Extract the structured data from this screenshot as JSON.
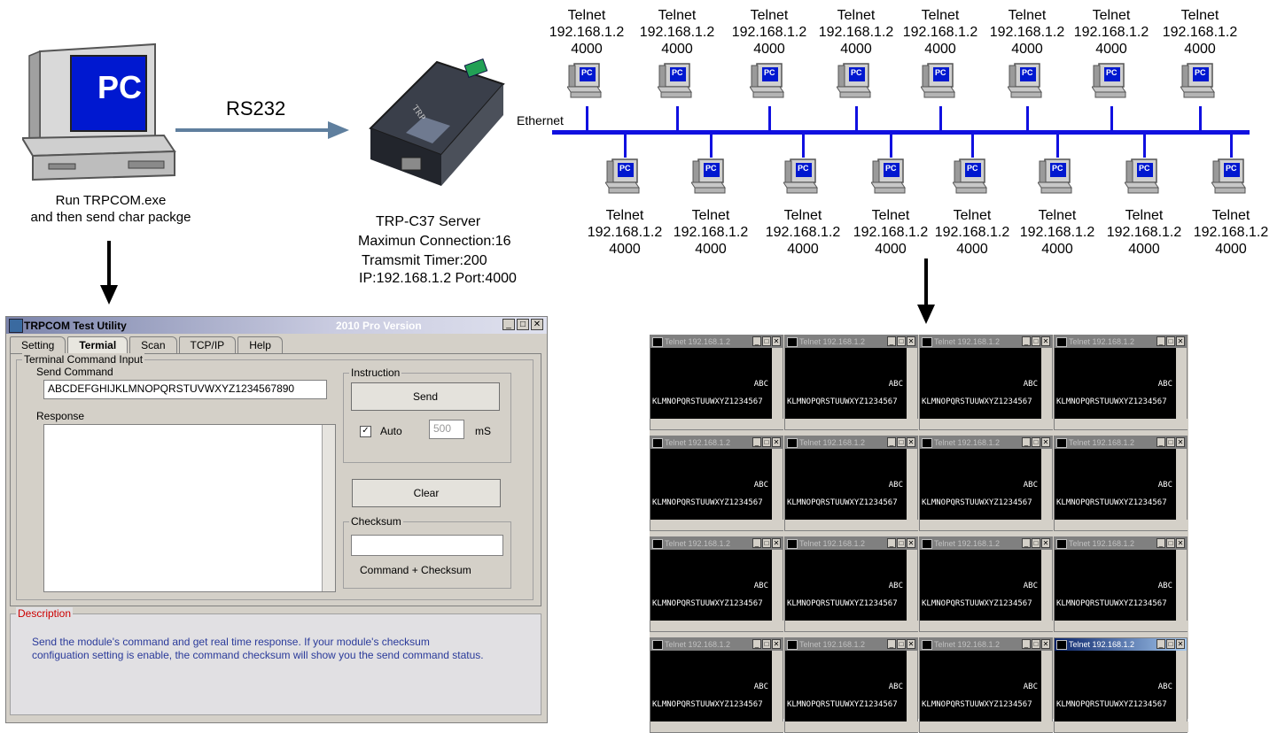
{
  "colors": {
    "ethernet": "#1010e0",
    "arrow": "#5f7f9e",
    "pc_screen": "#0018d0",
    "window_bg": "#d4d0c8",
    "description_red": "#cc0000",
    "description_blue": "#2a3a9a"
  },
  "pc": {
    "label": "PC",
    "caption_line1": "Run TRPCOM.exe",
    "caption_line2": "and then send char packge"
  },
  "link": {
    "label": "RS232"
  },
  "server": {
    "line1": "TRP-C37 Server",
    "line2": "Maximun Connection:16",
    "line3": "Tramsmit Timer:200",
    "line4": "IP:192.168.1.2 Port:4000",
    "brand": "TRP"
  },
  "ethernet": {
    "label": "Ethernet"
  },
  "client": {
    "name": "Telnet",
    "ip": "192.168.1.2",
    "port": "4000",
    "icon_label": "PC"
  },
  "utility": {
    "title": "TRPCOM Test Utility",
    "version": "2010 Pro Version",
    "tabs": [
      "Setting",
      "Termial",
      "Scan",
      "TCP/IP",
      "Help"
    ],
    "group_label": "Terminal Command Input",
    "send_command_label": "Send Command",
    "send_command_value": "ABCDEFGHIJKLMNOPQRSTUVWXYZ1234567890",
    "response_label": "Response",
    "instruction_label": "Instruction",
    "send_button": "Send",
    "auto_label": "Auto",
    "auto_value": "500",
    "auto_unit": "mS",
    "clear_button": "Clear",
    "checksum_label": "Checksum",
    "checksum_caption": "Command + Checksum",
    "description_label": "Description",
    "description_line1": "Send the module's command and get  real time response. If your module's checksum",
    "description_line2": "configuation setting is enable, the command checksum will show you the send command status."
  },
  "telnet_windows": {
    "title": "Telnet 192.168.1.2",
    "line1": "ABC",
    "line2": "KLMNOPQRSTUUWXYZ1234567"
  }
}
